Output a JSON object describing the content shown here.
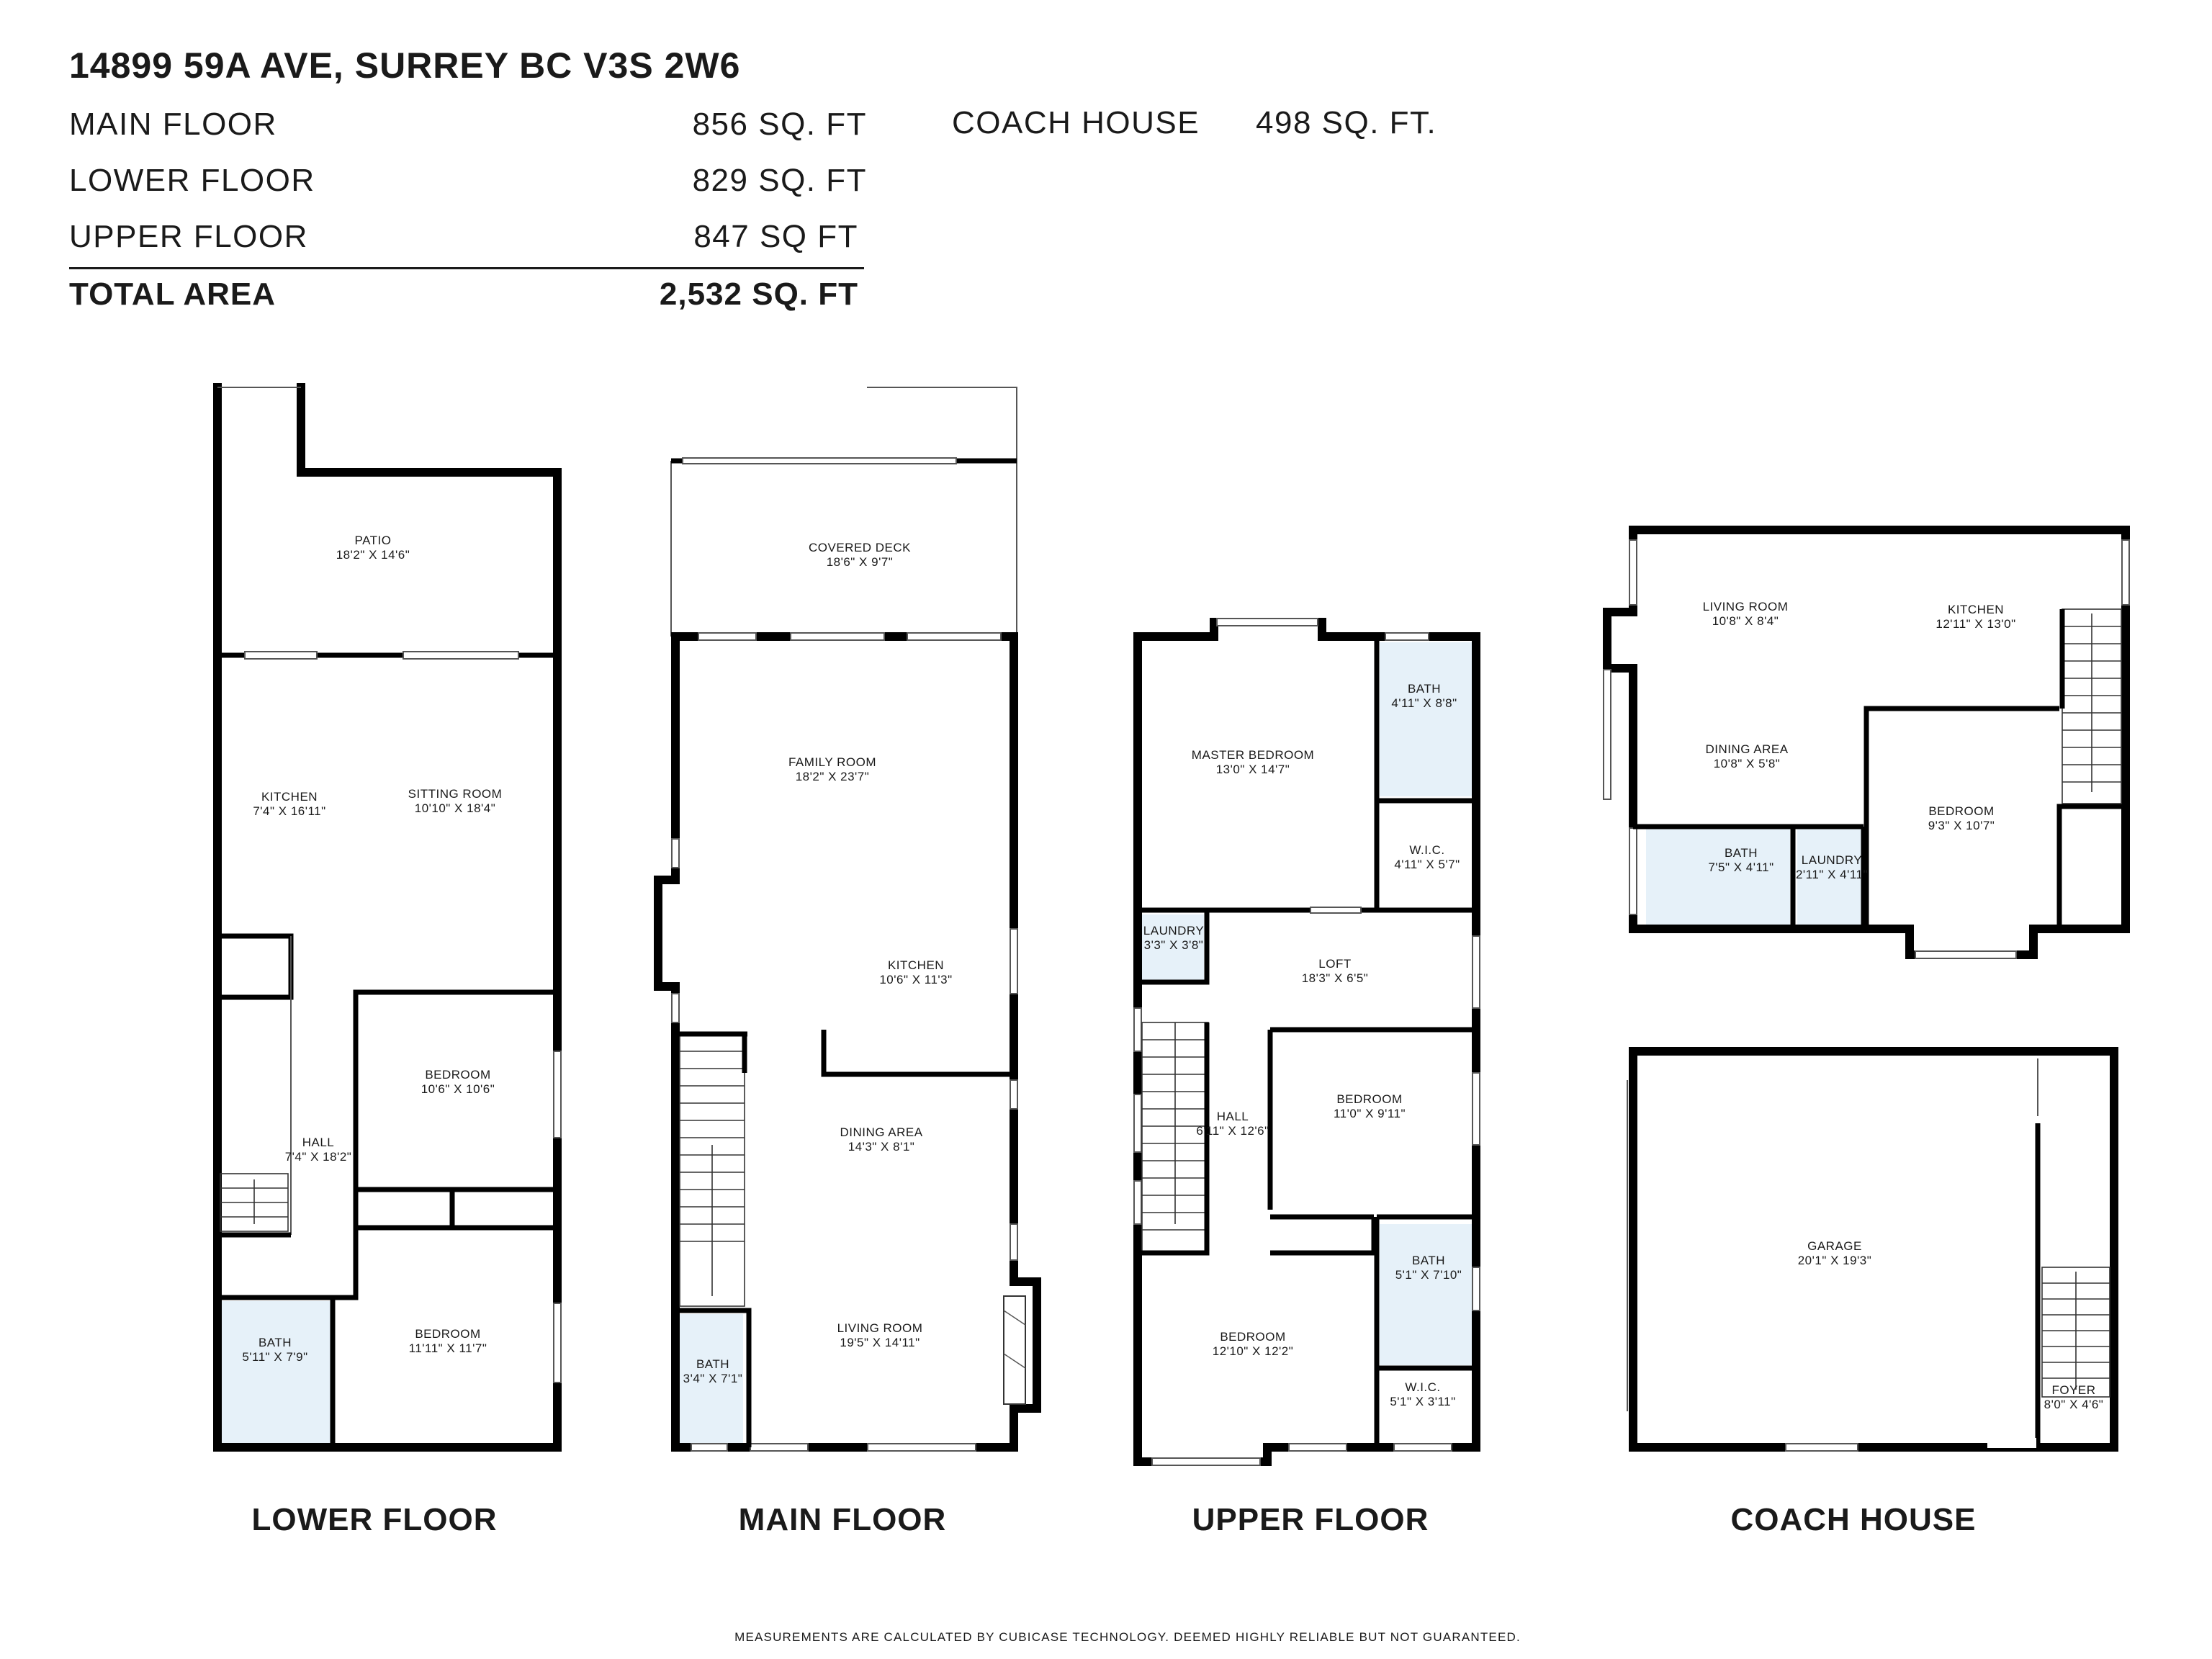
{
  "header": {
    "address": "14899 59A AVE, SURREY BC V3S 2W6",
    "areas": [
      {
        "label": "MAIN FLOOR",
        "value": "856 SQ. FT"
      },
      {
        "label": "LOWER FLOOR",
        "value": "829 SQ. FT"
      },
      {
        "label": "UPPER FLOOR",
        "value": "847 SQ FT"
      }
    ],
    "total": {
      "label": "TOTAL AREA",
      "value": "2,532 SQ. FT"
    },
    "coach": {
      "label": "COACH HOUSE",
      "value": "498 SQ. FT."
    }
  },
  "floors": {
    "lower": {
      "name": "LOWER FLOOR",
      "rooms": [
        {
          "name": "PATIO",
          "dims": "18'2\" X 14'6\""
        },
        {
          "name": "KITCHEN",
          "dims": "7'4\" X 16'11\""
        },
        {
          "name": "SITTING ROOM",
          "dims": "10'10\" X 18'4\""
        },
        {
          "name": "BEDROOM",
          "dims": "10'6\" X 10'6\""
        },
        {
          "name": "HALL",
          "dims": "7'4\" X 18'2\""
        },
        {
          "name": "BATH",
          "dims": "5'11\" X 7'9\""
        },
        {
          "name": "BEDROOM",
          "dims": "11'11\" X 11'7\""
        }
      ]
    },
    "main": {
      "name": "MAIN FLOOR",
      "rooms": [
        {
          "name": "COVERED DECK",
          "dims": "18'6\" X 9'7\""
        },
        {
          "name": "FAMILY ROOM",
          "dims": "18'2\" X 23'7\""
        },
        {
          "name": "KITCHEN",
          "dims": "10'6\" X 11'3\""
        },
        {
          "name": "DINING AREA",
          "dims": "14'3\" X 8'1\""
        },
        {
          "name": "LIVING ROOM",
          "dims": "19'5\" X 14'11\""
        },
        {
          "name": "BATH",
          "dims": "3'4\" X 7'1\""
        }
      ]
    },
    "upper": {
      "name": "UPPER FLOOR",
      "rooms": [
        {
          "name": "MASTER BEDROOM",
          "dims": "13'0\" X 14'7\""
        },
        {
          "name": "BATH",
          "dims": "4'11\" X 8'8\""
        },
        {
          "name": "W.I.C.",
          "dims": "4'11\" X 5'7\""
        },
        {
          "name": "LAUNDRY",
          "dims": "3'3\" X 3'8\""
        },
        {
          "name": "LOFT",
          "dims": "18'3\" X 6'5\""
        },
        {
          "name": "HALL",
          "dims": "6'11\" X 12'6\""
        },
        {
          "name": "BEDROOM",
          "dims": "11'0\" X 9'11\""
        },
        {
          "name": "BATH",
          "dims": "5'1\" X 7'10\""
        },
        {
          "name": "BEDROOM",
          "dims": "12'10\" X 12'2\""
        },
        {
          "name": "W.I.C.",
          "dims": "5'1\" X 3'11\""
        }
      ]
    },
    "coach": {
      "name": "COACH HOUSE",
      "rooms": [
        {
          "name": "LIVING ROOM",
          "dims": "10'8\" X 8'4\""
        },
        {
          "name": "KITCHEN",
          "dims": "12'11\" X 13'0\""
        },
        {
          "name": "DINING AREA",
          "dims": "10'8\" X 5'8\""
        },
        {
          "name": "BEDROOM",
          "dims": "9'3\" X 10'7\""
        },
        {
          "name": "BATH",
          "dims": "7'5\" X 4'11\""
        },
        {
          "name": "LAUNDRY",
          "dims": "2'11\" X 4'11\""
        },
        {
          "name": "GARAGE",
          "dims": "20'1\" X 19'3\""
        },
        {
          "name": "FOYER",
          "dims": "8'0\" X 4'6\""
        }
      ]
    }
  },
  "colors": {
    "bath_fill": "#e6f1f9",
    "wall": "#000000"
  },
  "footer": {
    "disclaimer": "MEASUREMENTS ARE CALCULATED BY CUBICASE TECHNOLOGY. DEEMED HIGHLY RELIABLE BUT NOT GUARANTEED."
  }
}
